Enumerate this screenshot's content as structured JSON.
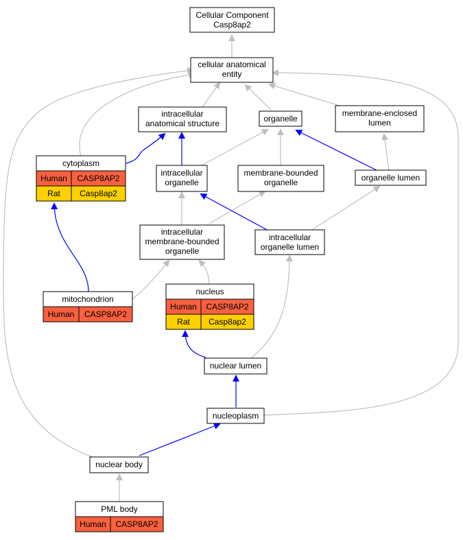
{
  "colors": {
    "human": "#f8603f",
    "rat": "#fdd000",
    "is_a_edge": "#bfbfbf",
    "part_of_edge": "#0000ff",
    "node_border": "#000000"
  },
  "nodes": {
    "cellular_component": {
      "line1": "Cellular Component",
      "line2": "Casp8ap2"
    },
    "cellular_anatomical_entity": {
      "line1": "cellular anatomical",
      "line2": "entity"
    },
    "intracellular_anatomical_structure": {
      "line1": "intracellular",
      "line2": "anatomical structure"
    },
    "organelle": {
      "label": "organelle"
    },
    "membrane_enclosed_lumen": {
      "line1": "membrane-enclosed",
      "line2": "lumen"
    },
    "cytoplasm": {
      "label": "cytoplasm",
      "rows": [
        {
          "species": "Human",
          "gene": "CASP8AP2"
        },
        {
          "species": "Rat",
          "gene": "Casp8ap2"
        }
      ]
    },
    "intracellular_organelle": {
      "line1": "intracellular",
      "line2": "organelle"
    },
    "membrane_bounded_organelle": {
      "line1": "membrane-bounded",
      "line2": "organelle"
    },
    "organelle_lumen": {
      "label": "organelle lumen"
    },
    "intracellular_membrane_bounded_organelle": {
      "line1": "intracellular",
      "line2": "membrane-bounded",
      "line3": "organelle"
    },
    "intracellular_organelle_lumen": {
      "line1": "intracellular",
      "line2": "organelle lumen"
    },
    "mitochondrion": {
      "label": "mitochondrion",
      "rows": [
        {
          "species": "Human",
          "gene": "CASP8AP2"
        }
      ]
    },
    "nucleus": {
      "label": "nucleus",
      "rows": [
        {
          "species": "Human",
          "gene": "CASP8AP2"
        },
        {
          "species": "Rat",
          "gene": "Casp8ap2"
        }
      ]
    },
    "nuclear_lumen": {
      "label": "nuclear lumen"
    },
    "nucleoplasm": {
      "label": "nucleoplasm"
    },
    "nuclear_body": {
      "label": "nuclear body"
    },
    "pml_body": {
      "label": "PML body",
      "rows": [
        {
          "species": "Human",
          "gene": "CASP8AP2"
        }
      ]
    }
  }
}
